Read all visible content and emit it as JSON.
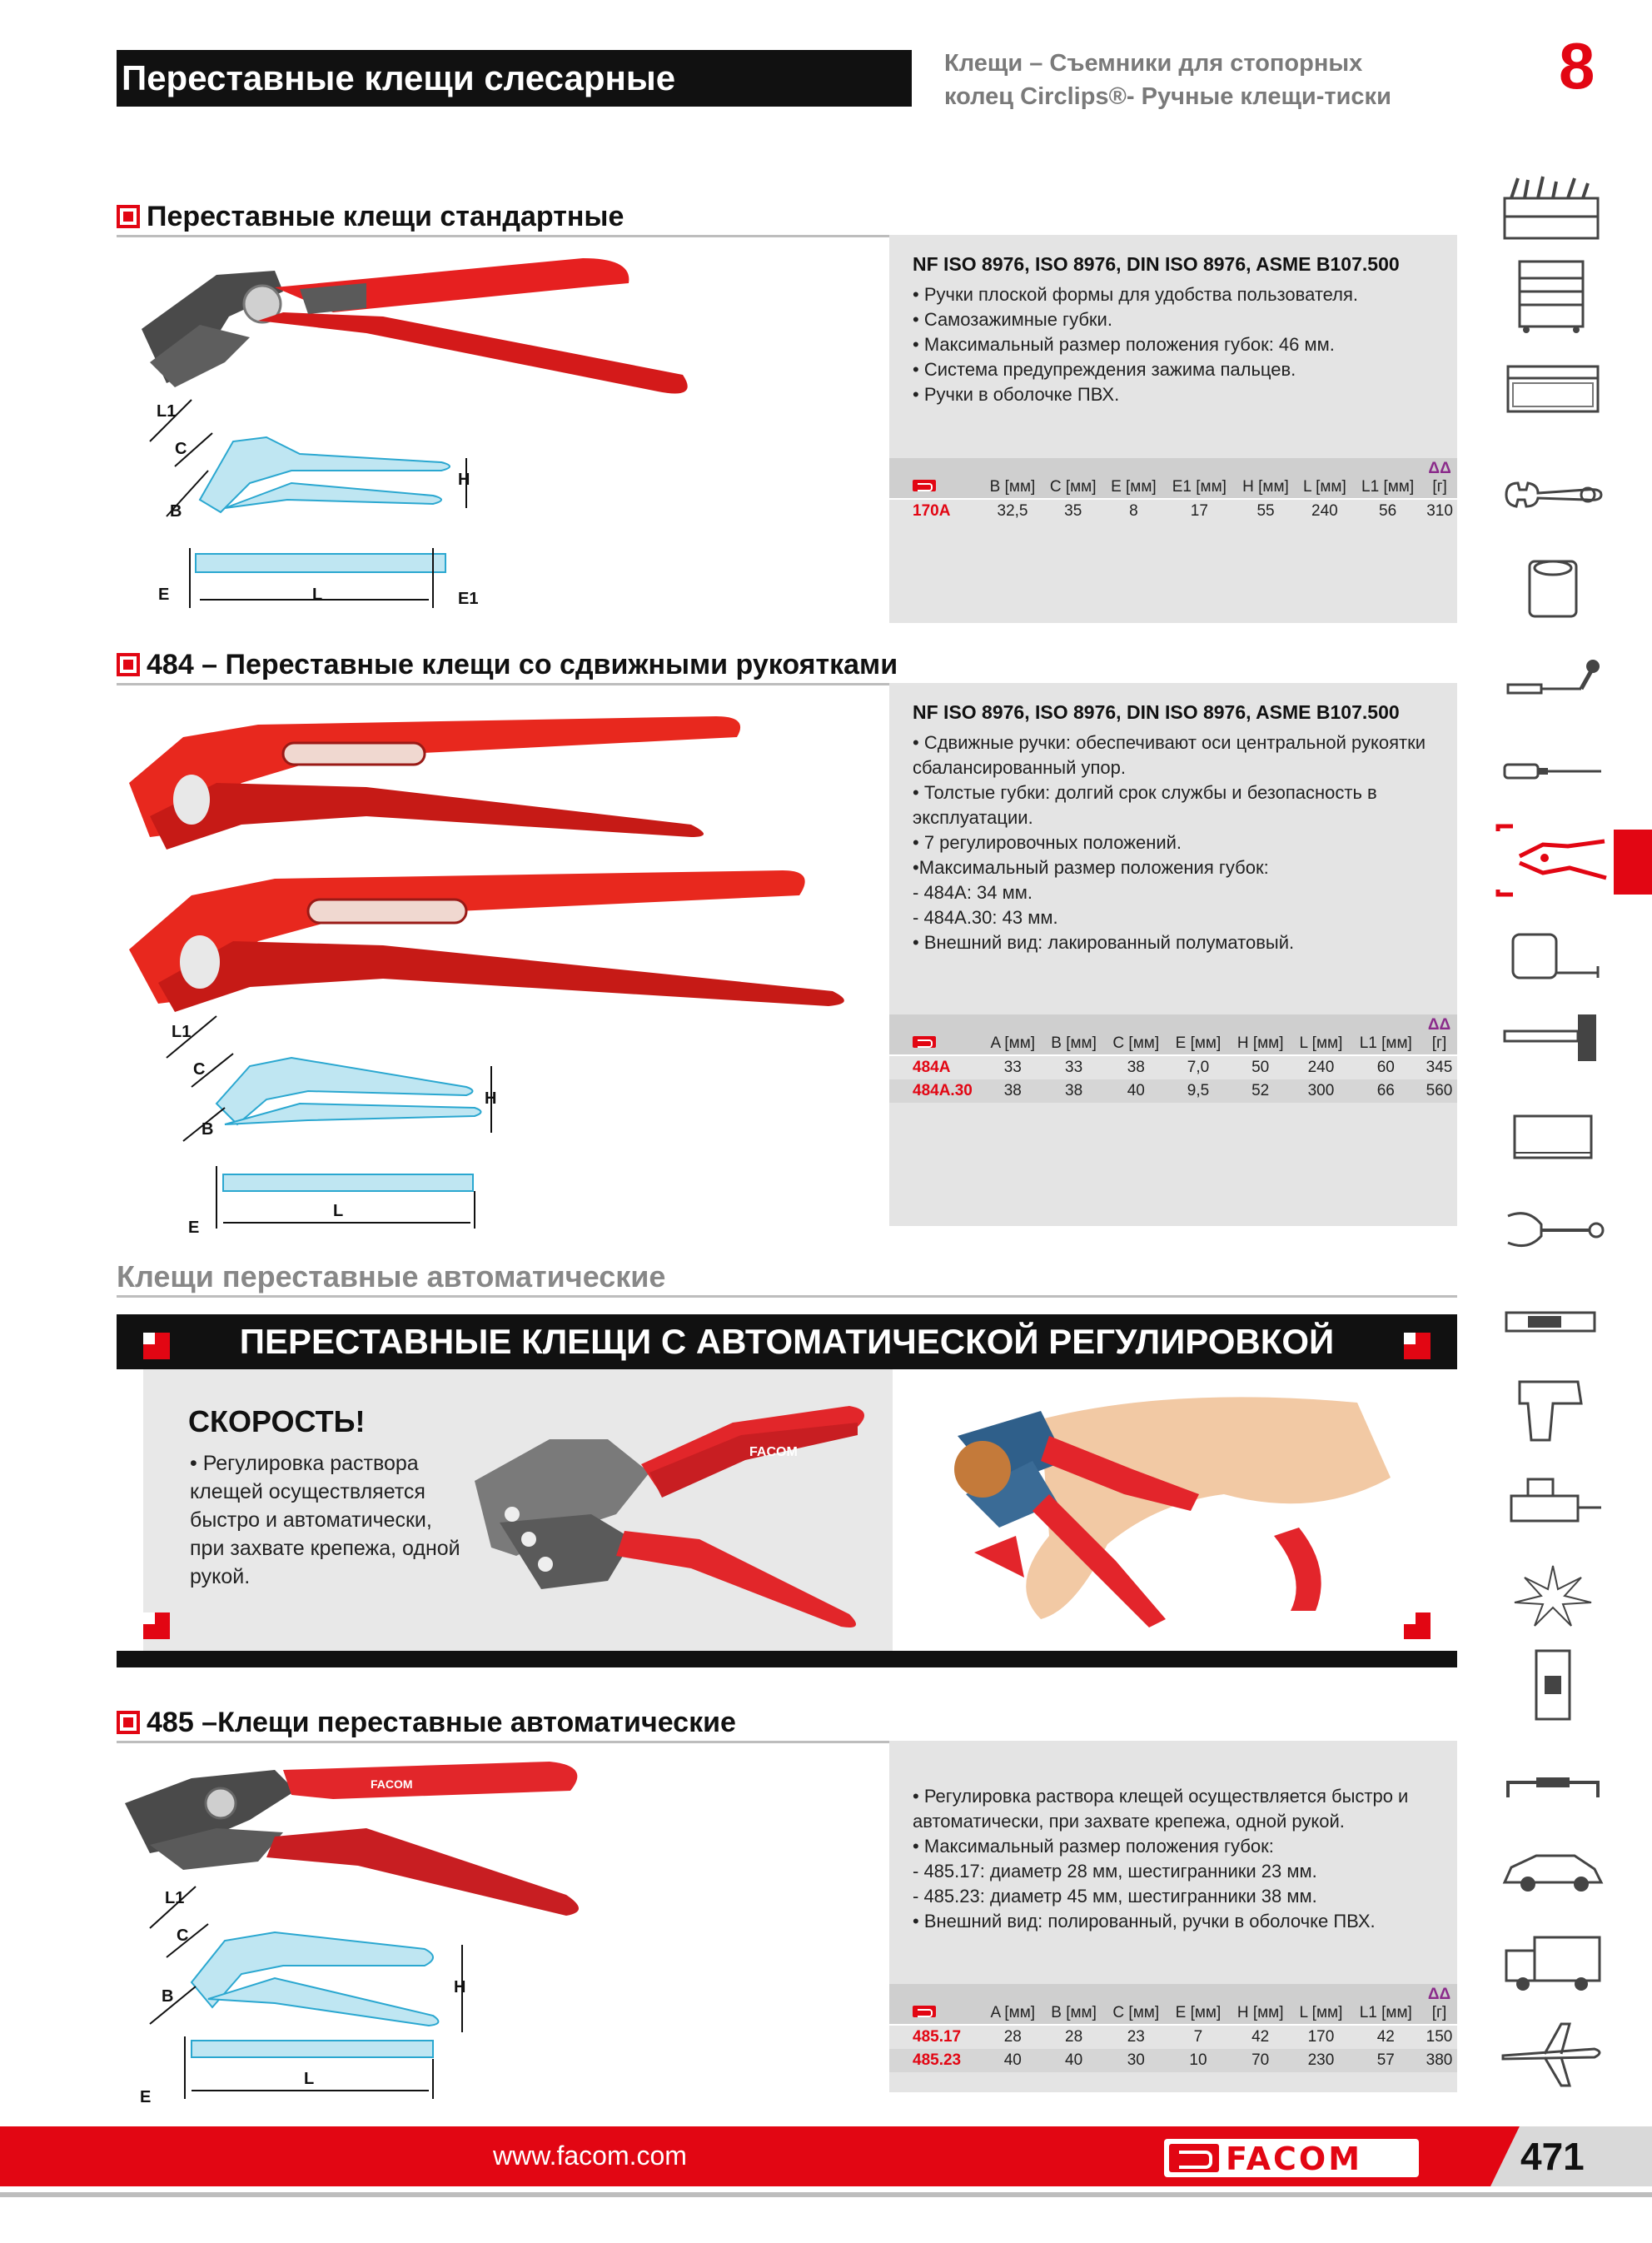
{
  "header": {
    "title": "Переставные клещи слесарные",
    "subtitle_line1": "Клещи – Съемники для  стопорных",
    "subtitle_line2": "колец Circlips®- Ручные клещи-тиски",
    "chapter": "8"
  },
  "section1": {
    "heading": "Переставные клещи стандартные",
    "standards": "NF ISO 8976, ISO 8976, DIN ISO 8976, ASME B107.500",
    "features": [
      "• Ручки плоской формы для удобства пользователя.",
      "• Самозажимные губки.",
      "• Максимальный размер положения губок: 46 мм.",
      "• Система предупреждения зажима пальцев.",
      "• Ручки в оболочке ПВХ."
    ],
    "table": {
      "headers": [
        "B [мм]",
        "C [мм]",
        "E [мм]",
        "E1 [мм]",
        "H [мм]",
        "L [мм]",
        "L1 [мм]",
        "[г]"
      ],
      "rows": [
        {
          "ref": "170A",
          "values": [
            "32,5",
            "35",
            "8",
            "17",
            "55",
            "240",
            "56",
            "310"
          ]
        }
      ]
    },
    "dims": {
      "l1": "L1",
      "c": "C",
      "b": "B",
      "h": "H",
      "e": "E",
      "l": "L",
      "e1": "E1"
    }
  },
  "section2": {
    "heading": "484 – Переставные клещи со сдвижными рукоятками",
    "standards": "NF ISO 8976, ISO 8976, DIN ISO 8976, ASME B107.500",
    "features": [
      "• Сдвижные ручки: обеспечивают оси центральной рукоятки",
      "   сбалансированный упор.",
      "• Толстые губки: долгий срок службы и безопасность в",
      "   эксплуатации.",
      "• 7 регулировочных положений.",
      "•Максимальный  размер положения губок:",
      "- 484A: 34 мм.",
      "- 484A.30: 43 мм.",
      "• Внешний вид: лакированный полуматовый."
    ],
    "table": {
      "headers": [
        "A [мм]",
        "B [мм]",
        "C [мм]",
        "E [мм]",
        "H [мм]",
        "L [мм]",
        "L1 [мм]",
        "[г]"
      ],
      "rows": [
        {
          "ref": "484A",
          "values": [
            "33",
            "33",
            "38",
            "7,0",
            "50",
            "240",
            "60",
            "345"
          ]
        },
        {
          "ref": "484A.30",
          "values": [
            "38",
            "38",
            "40",
            "9,5",
            "52",
            "300",
            "66",
            "560"
          ]
        }
      ]
    },
    "dims": {
      "l1": "L1",
      "c": "C",
      "b": "B",
      "h": "H",
      "e": "E",
      "l": "L"
    }
  },
  "auto": {
    "subheading": "Клещи переставные автоматические",
    "banner_title": "ПЕРЕСТАВНЫЕ КЛЕЩИ С АВТОМАТИЧЕСКОЙ РЕГУЛИРОВКОЙ",
    "speed_title": "СКОРОСТЬ!",
    "speed_text": "• Регулировка раствора клещей осуществляется быстро и автоматически, при захвате крепежа, одной рукой.",
    "brand_on_tool": "FACOM"
  },
  "section3": {
    "heading": "485 –Клещи переставные автоматические",
    "features": [
      "• Регулировка раствора клещей осуществляется быстро и",
      "   автоматически, при захвате крепежа, одной рукой.",
      "• Максимальный размер положения губок:",
      "- 485.17: диаметр 28 мм, шестигранники 23 мм.",
      "- 485.23: диаметр 45 мм, шестигранники 38 мм.",
      "• Внешний вид: полированный, ручки в оболочке ПВХ."
    ],
    "table": {
      "headers": [
        "A [мм]",
        "B [мм]",
        "C [мм]",
        "E [мм]",
        "H [мм]",
        "L [мм]",
        "L1 [мм]",
        "[г]"
      ],
      "rows": [
        {
          "ref": "485.17",
          "values": [
            "28",
            "28",
            "23",
            "7",
            "42",
            "170",
            "42",
            "150"
          ]
        },
        {
          "ref": "485.23",
          "values": [
            "40",
            "40",
            "30",
            "10",
            "70",
            "230",
            "57",
            "380"
          ]
        }
      ]
    },
    "dims": {
      "l1": "L1",
      "c": "C",
      "b": "B",
      "h": "H",
      "e": "E",
      "l": "L"
    }
  },
  "sidebar": {
    "icons": [
      "toolbox-icon",
      "tool-cabinet-icon",
      "tool-case-icon",
      "wrench-icon",
      "socket-icon",
      "ratchet-icon",
      "screwdriver-icon",
      "pliers-icon",
      "tape-measure-icon",
      "hammer-icon",
      "hacksaw-icon",
      "puller-icon",
      "tester-icon",
      "impact-wrench-icon",
      "vise-icon",
      "safety-icon",
      "electrical-icon",
      "handle-icon",
      "car-icon",
      "truck-icon",
      "airplane-icon"
    ],
    "active": "pliers-icon"
  },
  "footer": {
    "url": "www.facom.com",
    "brand": "FACOM",
    "page": "471"
  },
  "colors": {
    "brand_red": "#e20613",
    "grey_box": "#e4e4e4",
    "dark": "#111111"
  }
}
